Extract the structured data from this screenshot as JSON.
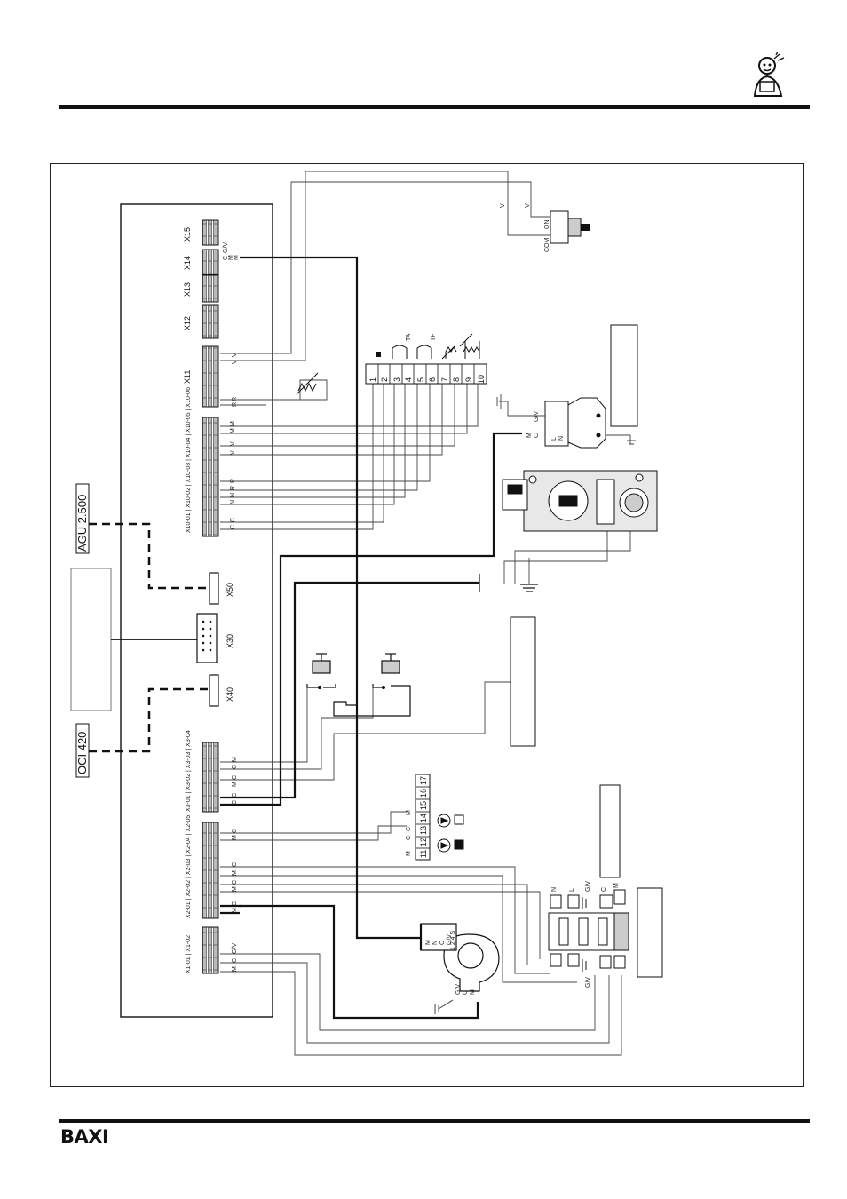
{
  "brand": {
    "logo_text": "BAXI"
  },
  "modules": {
    "agu": "AGU 2.500",
    "oci": "OCI 420"
  },
  "connectors": {
    "x15": "X15",
    "x14": "X14",
    "x13": "X13",
    "x12": "X12",
    "x11": "X11",
    "x10": "X10-01 | X10-02 | X10-03 | X10-04 | X10-05 | X10-06",
    "x50": "X50",
    "x30": "X30",
    "x40": "X40",
    "x3": "X3-01 | X3-02 | X3-03 | X3-04",
    "x2": "X2-01 | X2-02 | X2-03 | X2-04 | X2-05",
    "x1": "X1-01 | X1-02"
  },
  "pins": {
    "x10": [
      "C",
      "C",
      "N",
      "N",
      "R",
      "R",
      "V",
      "V",
      "M",
      "M"
    ],
    "x11": [
      "V",
      "V",
      "R",
      "R"
    ],
    "x14": [
      "C",
      "M",
      "M",
      "G/V"
    ],
    "x3": [
      "C",
      "C",
      "M",
      "C",
      "C",
      "M"
    ],
    "x2": [
      "M",
      "C",
      "M",
      "C",
      "M",
      "C",
      "M",
      "C"
    ],
    "x1": [
      "M",
      "C",
      "G/V"
    ]
  },
  "terminal_block_a": [
    "1",
    "2",
    "3",
    "4",
    "5",
    "6",
    "7",
    "8",
    "9",
    "10"
  ],
  "terminal_block_b": [
    "11",
    "12",
    "13",
    "14",
    "15",
    "16",
    "17"
  ],
  "terminal_block_b_letters": [
    "M",
    "C",
    "C",
    "M"
  ],
  "thermostat_labels": {
    "ta": "TA",
    "tf": "TF"
  },
  "pressure_switch": {
    "on": "ON",
    "com": "COM",
    "v1": "V",
    "v2": "V"
  },
  "gas_valve_labels": [
    "G/V",
    "M",
    "C",
    "L",
    "N"
  ],
  "fan_labels": {
    "top": [
      "M",
      "N",
      "C",
      "G/V"
    ],
    "pins": "1 2 4 S",
    "bottom": [
      "G/V",
      "C",
      "M"
    ]
  },
  "transformer_labels": [
    "N",
    "L",
    "G/V",
    "C",
    "M",
    "G/V"
  ]
}
